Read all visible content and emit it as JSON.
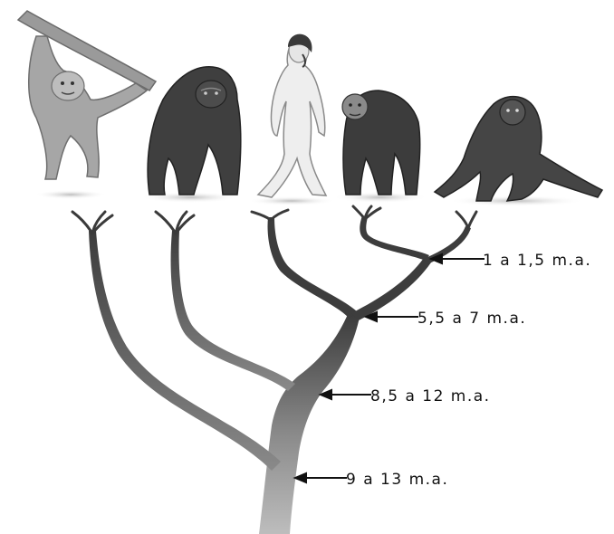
{
  "figure": {
    "primates": [
      {
        "id": "orangutan",
        "icon": "orangutan-icon"
      },
      {
        "id": "gorilla",
        "icon": "gorilla-icon"
      },
      {
        "id": "human",
        "icon": "human-icon"
      },
      {
        "id": "chimpanzee",
        "icon": "chimpanzee-icon"
      },
      {
        "id": "bonobo",
        "icon": "bonobo-icon"
      }
    ],
    "divergence_labels": [
      {
        "text": "1 a 1,5 m.a."
      },
      {
        "text": "5,5 a 7 m.a."
      },
      {
        "text": "8,5 a 12 m.a."
      },
      {
        "text": "9 a 13 m.a."
      }
    ],
    "colors": {
      "trunk_light": "#b8b8b8",
      "trunk_dark": "#3a3a3a",
      "ape_dark": "#3d3d3d",
      "ape_light": "#9a9a9a",
      "human": "#eeeeee"
    }
  }
}
